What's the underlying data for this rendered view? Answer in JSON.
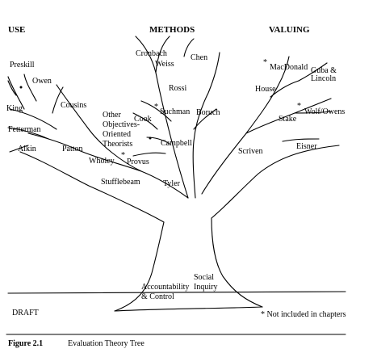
{
  "headings": {
    "use": "USE",
    "methods": "METHODS",
    "valuing": "VALUING"
  },
  "use_branch": {
    "preskill": "Preskill",
    "owen": "Owen",
    "king": "King",
    "cousins": "Cousins",
    "fetterman": "Fetterman",
    "alkin": "Alkin",
    "patton": "Patton",
    "wholey": "Wholey",
    "stufflebeam": "Stufflebeam"
  },
  "methods_branch": {
    "cronbach": "Cronbach",
    "weiss": "Weiss",
    "chen": "Chen",
    "rossi": "Rossi",
    "suchman": "Suchman",
    "boruch": "Boruch",
    "cook": "Cook",
    "other_theorists": [
      "Other",
      "Objectives-",
      "Oriented",
      "Theorists"
    ],
    "campbell": "Campbell",
    "provus": "Provus",
    "tyler": "Tyler"
  },
  "valuing_branch": {
    "macdonald": "MacDonald",
    "guba_lincoln": [
      "Guba &",
      "Lincoln"
    ],
    "house": "House",
    "wolf_owens": "Wolf/Owens",
    "stake": "Stake",
    "eisner": "Eisner",
    "scriven": "Scriven"
  },
  "roots": {
    "social_inquiry": [
      "Social",
      "Inquiry"
    ],
    "accountability": [
      "Accountability",
      "& Control"
    ]
  },
  "stamp": "DRAFT",
  "footnote": "* Not included in chapters",
  "caption": {
    "number": "Figure 2.1",
    "title": "Evaluation Theory Tree"
  }
}
